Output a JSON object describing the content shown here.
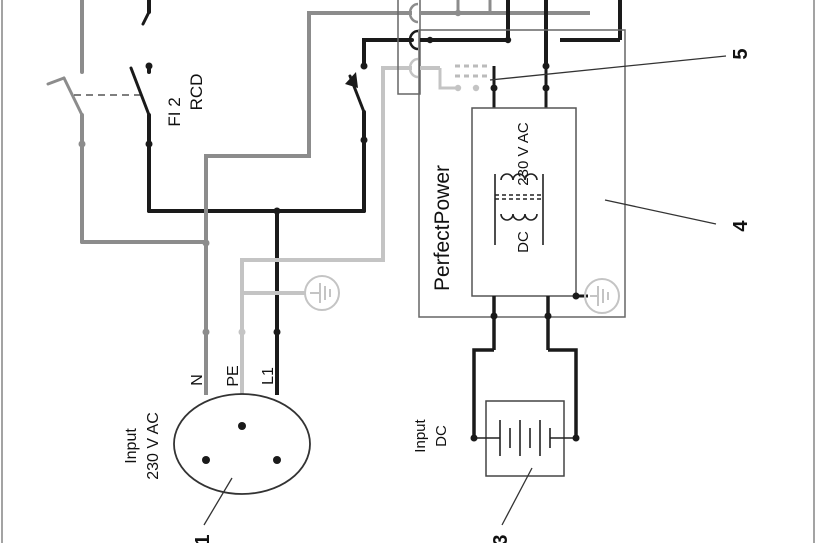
{
  "labels": {
    "rcd_name": "FI 2",
    "rcd_type": "RCD",
    "input_ac_line1": "Input",
    "input_ac_line2": "230 V AC",
    "pin_n": "N",
    "pin_pe": "PE",
    "pin_l1": "L1",
    "device_name": "PerfectPower",
    "module_ac": "230 V AC",
    "module_dc": "DC",
    "input_dc_line1": "Input",
    "input_dc_line2": "DC"
  },
  "callouts": [
    "1",
    "3",
    "4",
    "5"
  ],
  "colors": {
    "phase": "#1a1a1a",
    "neutral": "#8c8c8c",
    "earth": "#c4c4c4",
    "frame": "#666666"
  }
}
